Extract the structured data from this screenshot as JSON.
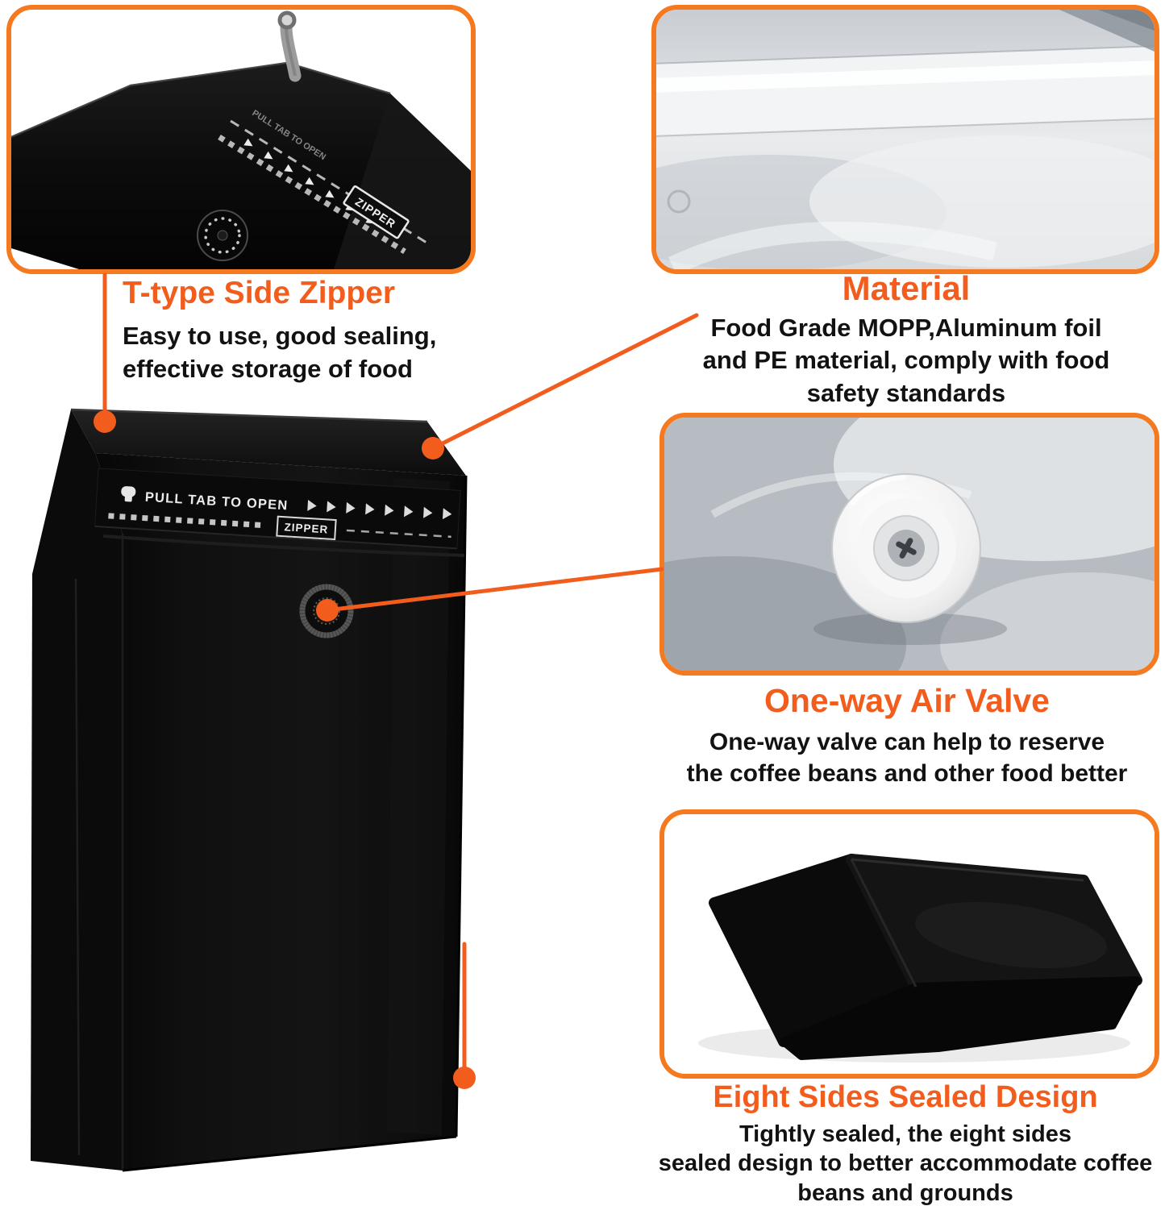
{
  "colors": {
    "accent_orange": "#F25D1E",
    "panel_border": "#F5791F",
    "text_black": "#121212",
    "background": "#FFFFFF"
  },
  "features": [
    {
      "title": "T-type Side Zipper",
      "lines": [
        "Easy to use, good sealing,",
        "effective storage of food"
      ]
    },
    {
      "title": "Material",
      "lines": [
        "Food Grade MOPP,Aluminum foil",
        "and PE material, comply with food",
        "safety standards"
      ]
    },
    {
      "title": "One-way Air Valve",
      "lines": [
        "One-way valve can help to reserve",
        "the coffee beans and other food better"
      ]
    },
    {
      "title": "Eight Sides Sealed Design",
      "lines": [
        "Tightly sealed, the eight sides",
        "sealed design to better accommodate coffee",
        "beans and grounds"
      ]
    }
  ],
  "bag": {
    "pull_tab_text": "PULL TAB TO OPEN",
    "zipper_label": "ZIPPER"
  }
}
